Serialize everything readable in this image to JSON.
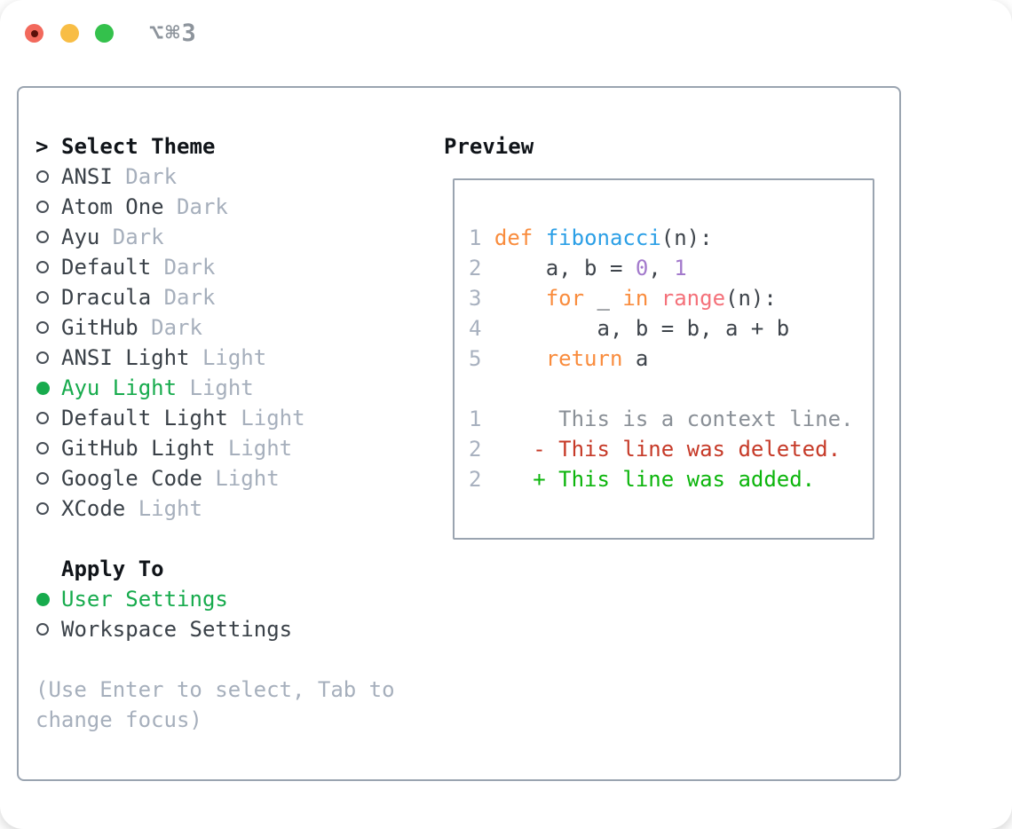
{
  "titlebar": {
    "shortcut": "⌥⌘3"
  },
  "colors": {
    "accent_green": "#17AB4D",
    "keyword_orange": "#F98C3D",
    "function_blue": "#2B9FE6",
    "number_purple": "#A37ACC",
    "builtin_coral": "#F4717A",
    "code_text": "#3E444B",
    "line_number": "#A8B1BF",
    "context_gray": "#8A9097",
    "deleted_red": "#C63A28",
    "added_green": "#0CB50C",
    "muted_gray": "#A6AFBC",
    "muted_gray2": "#8D949C",
    "name_dark": "#3A4148",
    "border_gray": "#9AA4B0",
    "traffic_red": "#F2695C",
    "traffic_yellow": "#F8BD45",
    "traffic_green": "#34C14C",
    "traffic_red_dot": "#591009"
  },
  "theme_panel": {
    "caret": ">",
    "heading": "Select Theme",
    "items": [
      {
        "name": "ANSI",
        "tag": "Dark",
        "selected": false
      },
      {
        "name": "Atom One",
        "tag": "Dark",
        "selected": false
      },
      {
        "name": "Ayu",
        "tag": "Dark",
        "selected": false
      },
      {
        "name": "Default",
        "tag": "Dark",
        "selected": false
      },
      {
        "name": "Dracula",
        "tag": "Dark",
        "selected": false
      },
      {
        "name": "GitHub",
        "tag": "Dark",
        "selected": false
      },
      {
        "name": "ANSI Light",
        "tag": "Light",
        "selected": false
      },
      {
        "name": "Ayu Light",
        "tag": "Light",
        "selected": true
      },
      {
        "name": "Default Light",
        "tag": "Light",
        "selected": false
      },
      {
        "name": "GitHub Light",
        "tag": "Light",
        "selected": false
      },
      {
        "name": "Google Code",
        "tag": "Light",
        "selected": false
      },
      {
        "name": "XCode",
        "tag": "Light",
        "selected": false
      }
    ],
    "apply_heading": "Apply To",
    "apply_items": [
      {
        "name": "User Settings",
        "selected": true
      },
      {
        "name": "Workspace Settings",
        "selected": false
      }
    ],
    "hint": "(Use Enter to select, Tab to change focus)"
  },
  "preview": {
    "heading": "Preview",
    "lines": [
      [
        {
          "c": "ln",
          "t": "1"
        },
        {
          "c": "pl",
          "t": " "
        },
        {
          "c": "kw",
          "t": "def"
        },
        {
          "c": "pl",
          "t": " "
        },
        {
          "c": "fn",
          "t": "fibonacci"
        },
        {
          "c": "pl",
          "t": "(n):"
        }
      ],
      [
        {
          "c": "ln",
          "t": "2"
        },
        {
          "c": "pl",
          "t": "     a, b = "
        },
        {
          "c": "num",
          "t": "0"
        },
        {
          "c": "pl",
          "t": ", "
        },
        {
          "c": "num",
          "t": "1"
        }
      ],
      [
        {
          "c": "ln",
          "t": "3"
        },
        {
          "c": "pl",
          "t": "     "
        },
        {
          "c": "kw",
          "t": "for"
        },
        {
          "c": "pl",
          "t": " _ "
        },
        {
          "c": "kw",
          "t": "in"
        },
        {
          "c": "pl",
          "t": " "
        },
        {
          "c": "sp",
          "t": "range"
        },
        {
          "c": "pl",
          "t": "(n):"
        }
      ],
      [
        {
          "c": "ln",
          "t": "4"
        },
        {
          "c": "pl",
          "t": "         a, b = b, a + b"
        }
      ],
      [
        {
          "c": "ln",
          "t": "5"
        },
        {
          "c": "pl",
          "t": "     "
        },
        {
          "c": "kw",
          "t": "return"
        },
        {
          "c": "pl",
          "t": " a"
        }
      ],
      [],
      [
        {
          "c": "ln",
          "t": "1"
        },
        {
          "c": "ctx",
          "t": "      This is a context line."
        }
      ],
      [
        {
          "c": "ln",
          "t": "2"
        },
        {
          "c": "pl",
          "t": "    "
        },
        {
          "c": "del",
          "t": "- This line was deleted."
        }
      ],
      [
        {
          "c": "ln",
          "t": "2"
        },
        {
          "c": "pl",
          "t": "    "
        },
        {
          "c": "add",
          "t": "+ This line was added."
        }
      ]
    ]
  }
}
